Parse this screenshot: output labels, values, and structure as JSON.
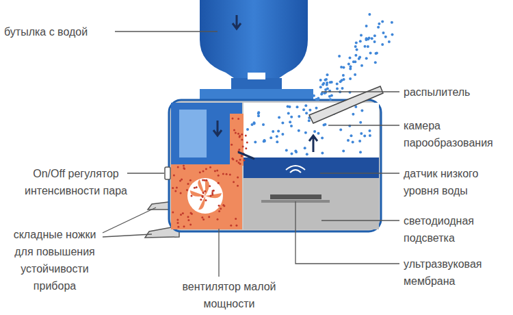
{
  "diagram": {
    "labels": [
      "бутылка с водой",
      "распылитель",
      "камера парообразования",
      "On/Off регулятор интенсивности пара",
      "датчик низкого уровня воды",
      "светодиодная подсветка",
      "складные ножки для повышения устойчивости прибора",
      "ультразвуковая мембрана",
      "вентилятор малой мощности"
    ]
  }
}
